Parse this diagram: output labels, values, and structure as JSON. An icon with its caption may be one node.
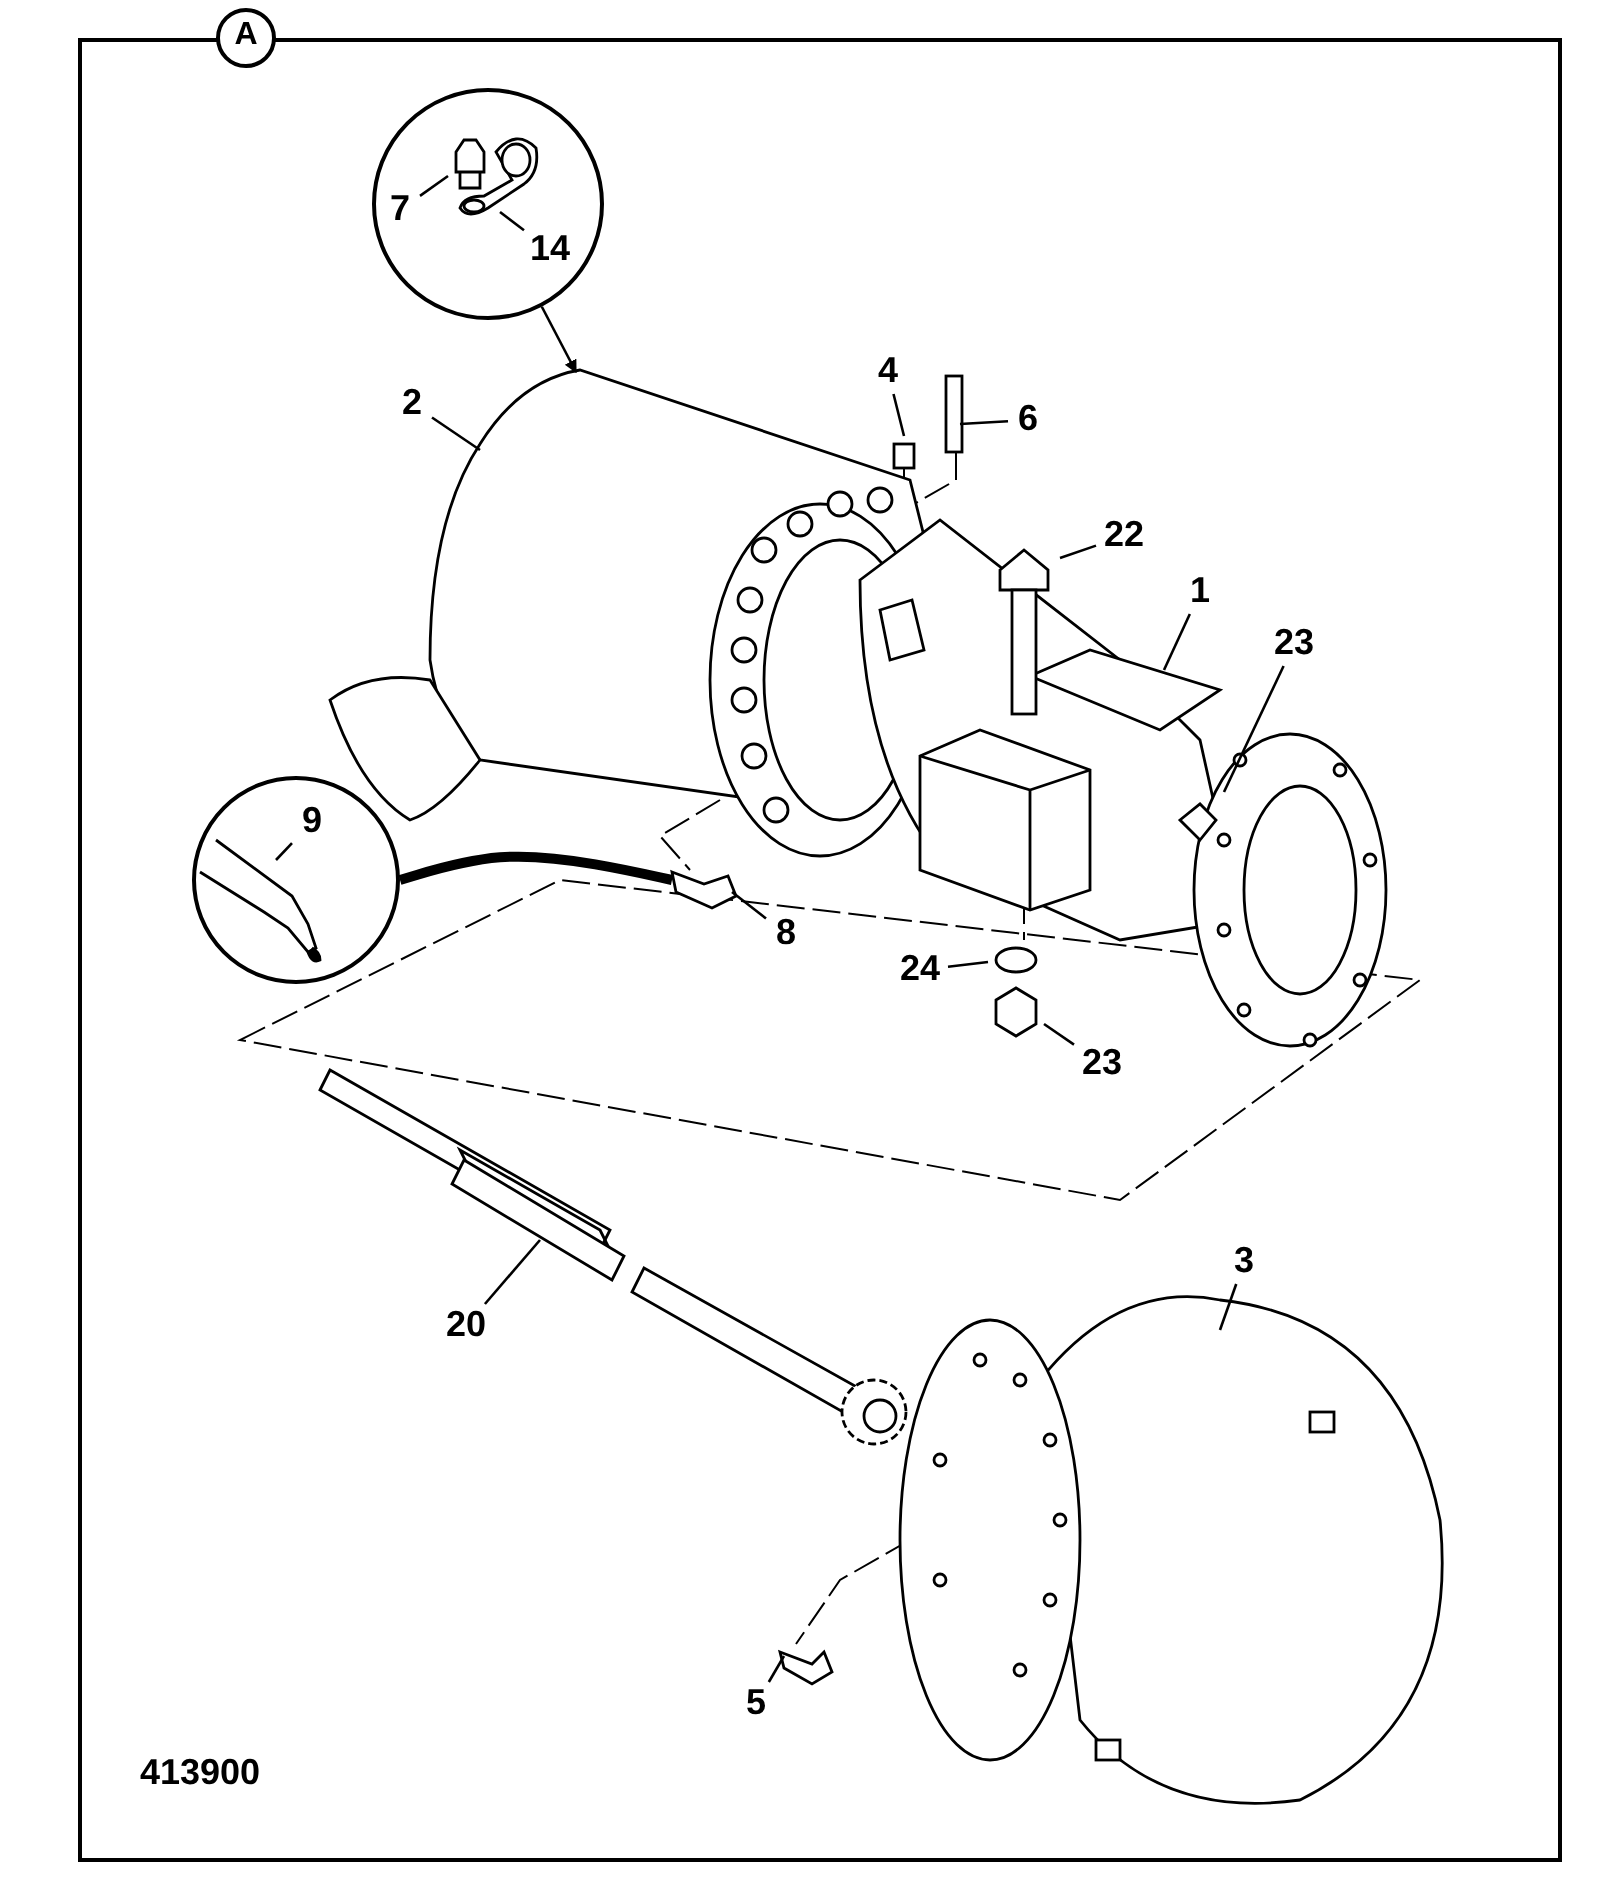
{
  "diagram": {
    "nodes": [
      {
        "text": [
          "A"
        ]
      },
      {
        "text": [],
        "shape": "circle"
      },
      {
        "text": [
          "7"
        ],
        "in": 1
      },
      {
        "text": [
          "14"
        ],
        "in": 1
      },
      {
        "text": [
          "2"
        ]
      },
      {
        "text": [
          "4"
        ]
      },
      {
        "text": [
          "6"
        ]
      },
      {
        "text": [
          "22"
        ]
      },
      {
        "text": [
          "1"
        ]
      },
      {
        "text": [
          "23"
        ]
      },
      {
        "text": [],
        "shape": "circle"
      },
      {
        "text": [
          "9"
        ],
        "in": 10
      },
      {
        "text": [
          "8"
        ]
      },
      {
        "text": [
          "24"
        ]
      },
      {
        "text": [
          "23"
        ]
      },
      {
        "text": [
          "3"
        ]
      },
      {
        "text": [
          "20"
        ]
      },
      {
        "text": [
          "5"
        ]
      }
    ],
    "edges": [
      {
        "from": 2,
        "to": null,
        "arrow": "none"
      },
      {
        "from": 3,
        "to": null,
        "arrow": "none"
      },
      {
        "from": 1,
        "to": null,
        "arrow": "to"
      },
      {
        "from": 4,
        "to": null,
        "arrow": "none"
      },
      {
        "from": 5,
        "to": null,
        "arrow": "none"
      },
      {
        "from": 6,
        "to": null,
        "arrow": "none"
      },
      {
        "from": 7,
        "to": null,
        "arrow": "none"
      },
      {
        "from": 8,
        "to": null,
        "arrow": "none"
      },
      {
        "from": 9,
        "to": null,
        "arrow": "none"
      },
      {
        "from": 11,
        "to": null,
        "arrow": "none"
      },
      {
        "from": 10,
        "to": null,
        "arrow": "none",
        "style": "thick"
      },
      {
        "from": 12,
        "to": null,
        "arrow": "none"
      },
      {
        "from": 13,
        "to": null,
        "arrow": "none"
      },
      {
        "from": 14,
        "to": null,
        "arrow": "none"
      },
      {
        "from": 15,
        "to": null,
        "arrow": "none"
      },
      {
        "from": 16,
        "to": null,
        "arrow": "none"
      },
      {
        "from": 17,
        "to": null,
        "arrow": "none"
      }
    ],
    "labels": [
      "413900"
    ]
  }
}
